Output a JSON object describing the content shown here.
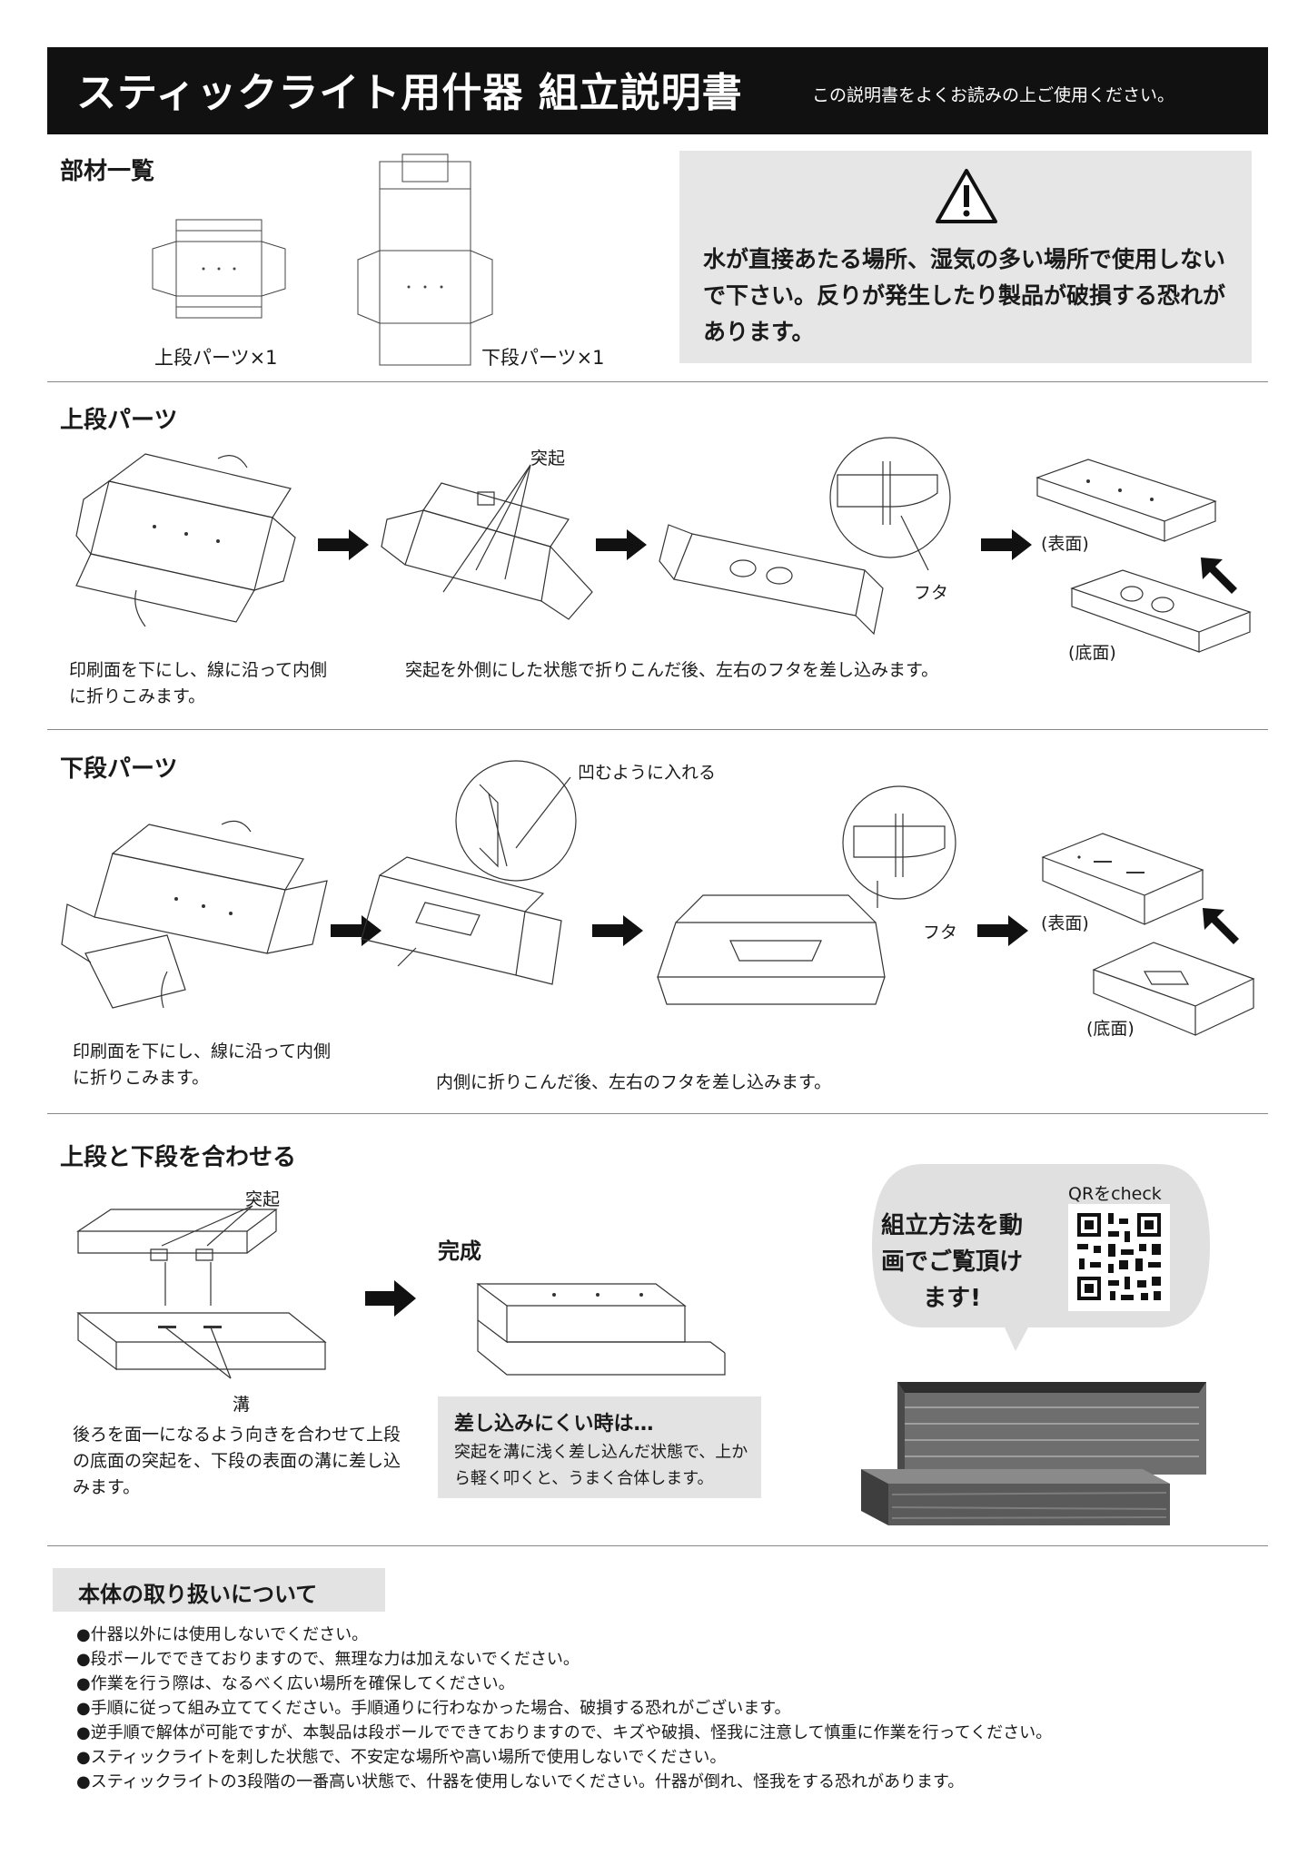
{
  "header": {
    "title": "スティックライト用什器 組立説明書",
    "subtitle": "この説明書をよくお読みの上ご使用ください。"
  },
  "parts": {
    "heading": "部材一覧",
    "upper_label": "上段パーツ×1",
    "lower_label": "下段パーツ×1"
  },
  "warning": {
    "icon": "warning-triangle-icon",
    "text": "水が直接あたる場所、湿気の多い場所で使用しないで下さい。反りが発生したり製品が破損する恐れがあります。"
  },
  "upper_section": {
    "heading": "上段パーツ",
    "protrusion_label": "突起",
    "flap_label": "フタ",
    "front_label": "(表面)",
    "bottom_label": "(底面)",
    "step1": "印刷面を下にし、線に沿って内側に折りこみます。",
    "step2": "突起を外側にした状態で折りこんだ後、左右のフタを差し込みます。"
  },
  "lower_section": {
    "heading": "下段パーツ",
    "recess_label": "凹むように入れる",
    "flap_label": "フタ",
    "front_label": "(表面)",
    "bottom_label": "(底面)",
    "step1": "印刷面を下にし、線に沿って内側に折りこみます。",
    "step2": "内側に折りこんだ後、左右のフタを差し込みます。"
  },
  "combine_section": {
    "heading": "上段と下段を合わせる",
    "protrusion_label": "突起",
    "groove_label": "溝",
    "complete_label": "完成",
    "instructions": "後ろを面一になるよう向きを合わせて上段の底面の突起を、下段の表面の溝に差し込みます。",
    "tip_title": "差し込みにくい時は…",
    "tip_text": "突起を溝に浅く差し込んだ状態で、上から軽く叩くと、うまく合体します。",
    "video_text": "組立方法を動画でご覧頂けます!",
    "qr_label": "QRをcheck"
  },
  "handling": {
    "heading": "本体の取り扱いについて",
    "notes": [
      "●什器以外には使用しないでください。",
      "●段ボールでできておりますので、無理な力は加えないでください。",
      "●作業を行う際は、なるべく広い場所を確保してください。",
      "●手順に従って組み立ててください。手順通りに行わなかった場合、破損する恐れがございます。",
      "●逆手順で解体が可能ですが、本製品は段ボールでできておりますので、キズや破損、怪我に注意して慎重に作業を行ってください。",
      "●スティックライトを刺した状態で、不安定な場所や高い場所で使用しないでください。",
      "●スティックライトの3段階の一番高い状態で、什器を使用しないでください。什器が倒れ、怪我をする恐れがあります。"
    ]
  },
  "colors": {
    "header_bg": "#111111",
    "panel_bg": "#e6e6e6",
    "line": "#333333"
  }
}
